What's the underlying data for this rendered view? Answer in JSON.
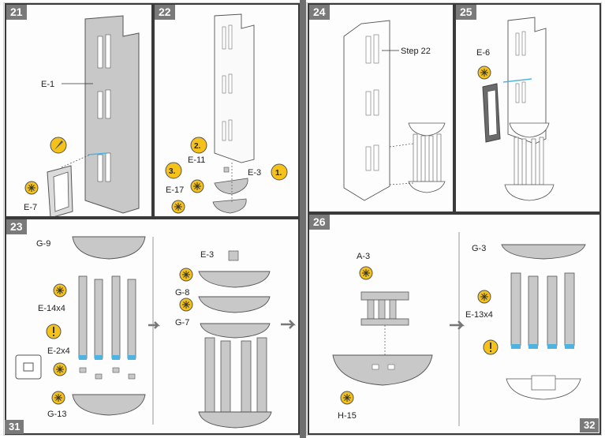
{
  "pages": {
    "left_number": "31",
    "right_number": "32"
  },
  "steps": {
    "s21": {
      "number": "21",
      "labels": {
        "e1": "E-1",
        "e7": "E-7"
      }
    },
    "s22": {
      "number": "22",
      "labels": {
        "e11": "E-11",
        "e3": "E-3",
        "e17": "E-17"
      },
      "order": {
        "first": "1.",
        "second": "2.",
        "third": "3."
      }
    },
    "s23": {
      "number": "23",
      "labels": {
        "g9": "G-9",
        "e14": "E-14x4",
        "e2": "E-2x4",
        "g13": "G-13",
        "e3": "E-3",
        "g8": "G-8",
        "g7": "G-7"
      }
    },
    "s24": {
      "number": "24",
      "labels": {
        "ref": "Step 22"
      }
    },
    "s25": {
      "number": "25",
      "labels": {
        "e6": "E-6"
      }
    },
    "s26": {
      "number": "26",
      "labels": {
        "a3": "A-3",
        "h15": "H-15",
        "g3": "G-3",
        "e13": "E-13x4"
      }
    }
  },
  "icons": [
    "glue-icon",
    "warning-icon",
    "knife-icon",
    "arrow-right-icon"
  ],
  "colors": {
    "part": "#c8c8c8",
    "outline": "#555555",
    "glue": "#f5c21a",
    "accent": "#4fb3e0",
    "panel_border": "#3a3a3a",
    "step_bg": "#7a7a7a"
  }
}
